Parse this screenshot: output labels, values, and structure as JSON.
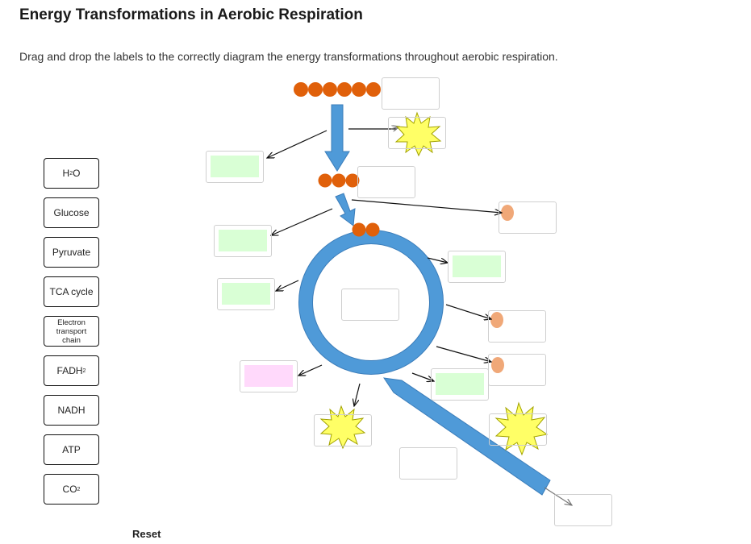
{
  "page": {
    "title": "Energy Transformations in Aerobic Respiration",
    "instructions": "Drag and drop the labels to the correctly diagram the energy transformations throughout aerobic respiration."
  },
  "labels": [
    {
      "id": "h2o",
      "base": "H",
      "sub": "2",
      "tail": "O"
    },
    {
      "id": "glucose",
      "text": "Glucose"
    },
    {
      "id": "pyruvate",
      "text": "Pyruvate"
    },
    {
      "id": "tca",
      "text": "TCA cycle"
    },
    {
      "id": "etc",
      "text": "Electron transport chain"
    },
    {
      "id": "fadh2",
      "base": "FADH",
      "sub": "2",
      "tail": ""
    },
    {
      "id": "nadh",
      "text": "NADH"
    },
    {
      "id": "atp",
      "text": "ATP"
    },
    {
      "id": "co2",
      "base": "CO",
      "sub": "2",
      "tail": ""
    }
  ],
  "reset_label": "Reset",
  "colors": {
    "carbon": "#e0600a",
    "electron": "#f0a878",
    "arrow_blue": "#4f9ad8",
    "green_fill": "#d9ffd5",
    "pink_fill": "#ffd9fb",
    "starburst": "#ffff66"
  }
}
